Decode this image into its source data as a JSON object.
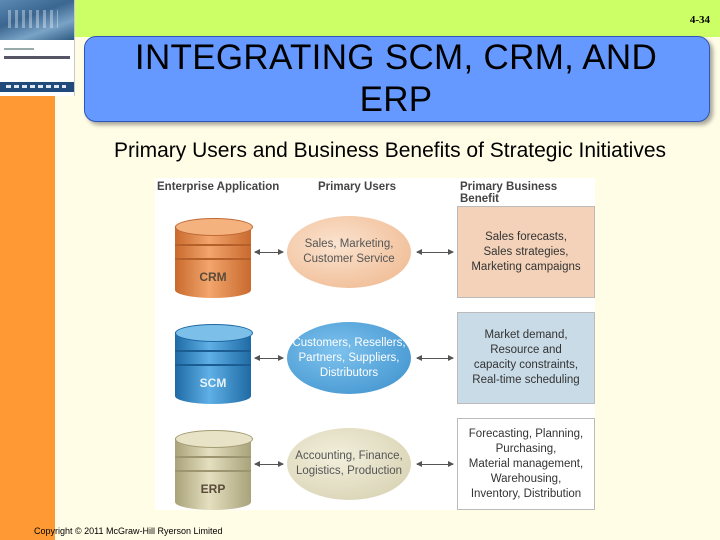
{
  "slide_number": "4-34",
  "title": "INTEGRATING SCM, CRM, AND ERP",
  "subtitle": "Primary Users and Business Benefits of Strategic Initiatives",
  "figure": {
    "headers": {
      "application": "Enterprise Application",
      "users": "Primary Users",
      "benefit": "Primary Business Benefit"
    },
    "rows": [
      {
        "application": "CRM",
        "users": "Sales, Marketing,\nCustomer Service",
        "benefit": "Sales forecasts,\nSales strategies,\nMarketing campaigns"
      },
      {
        "application": "SCM",
        "users": "Customers, Resellers,\nPartners, Suppliers,\nDistributors",
        "benefit": "Market demand,\nResource and\ncapacity constraints,\nReal-time scheduling"
      },
      {
        "application": "ERP",
        "users": "Accounting, Finance,\nLogistics, Production",
        "benefit": "Forecasting, Planning,\nPurchasing,\nMaterial management,\nWarehousing,\nInventory, Distribution"
      }
    ]
  },
  "copyright": "Copyright © 2011 McGraw-Hill Ryerson Limited",
  "colors": {
    "top_bar": "#ccff66",
    "side_bar": "#ff9933",
    "title_box": "#6699ff",
    "background": "#fffde6",
    "crm": "#e08a4e",
    "scm": "#3d8cc7",
    "erp": "#cbc49a"
  }
}
